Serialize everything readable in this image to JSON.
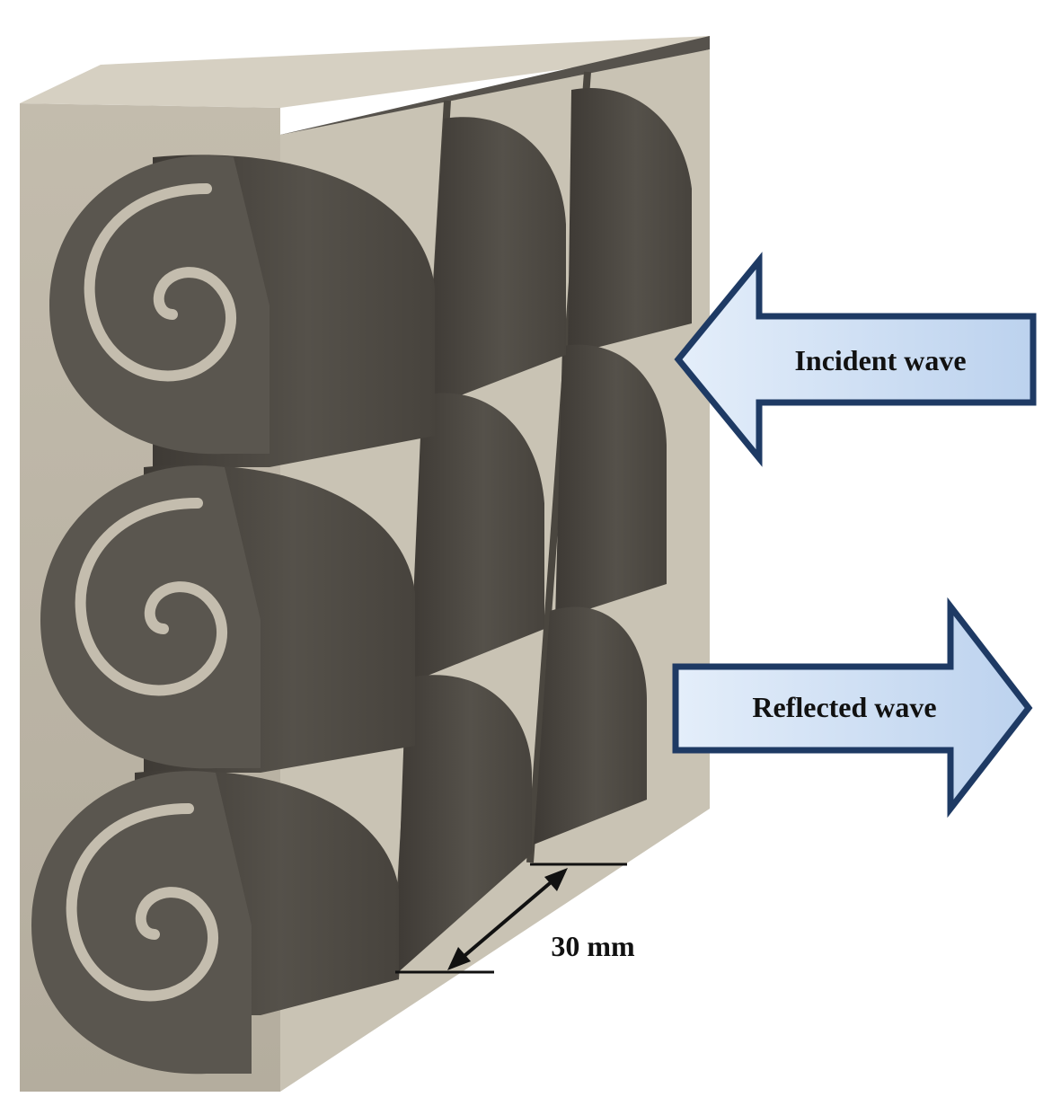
{
  "labels": {
    "incident": "Incident wave",
    "reflected": "Reflected wave",
    "dimension": "30 mm"
  },
  "colors": {
    "panel_face": "#b9b2a3",
    "panel_side": "#cdc7b8",
    "dark_block": "#4e4a44",
    "dark_block_shade": "#3f3b36",
    "spiral_cavity": "#5f5b54",
    "arrow_fill": "#cfe0f4",
    "arrow_stroke": "#1e3a64"
  }
}
